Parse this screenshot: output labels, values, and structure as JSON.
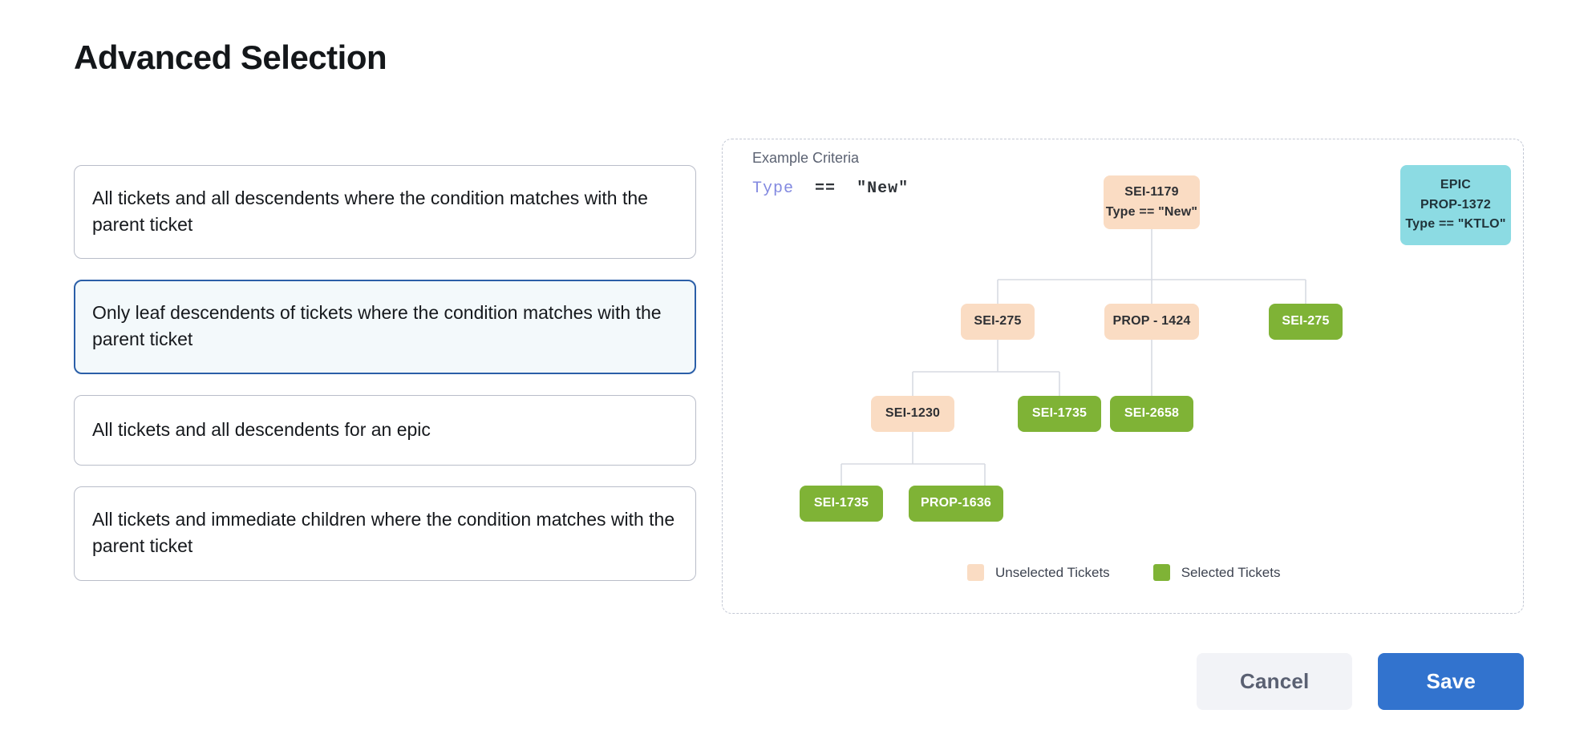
{
  "page": {
    "title": "Advanced Selection"
  },
  "options": [
    {
      "label": "All tickets and all descendents where the condition matches with the parent ticket",
      "selected": false
    },
    {
      "label": "Only leaf descendents of tickets where the condition matches with the parent ticket",
      "selected": true
    },
    {
      "label": "All tickets and all descendents for an epic",
      "selected": false
    },
    {
      "label": "All tickets and immediate children where the condition matches with the parent ticket",
      "selected": false
    }
  ],
  "diagram": {
    "criteria_label": "Example Criteria",
    "criteria_field": "Type",
    "criteria_operator": "==",
    "criteria_value": "\"New\"",
    "nodes": {
      "root": {
        "id": "SEI-1179",
        "condition": "Type == \"New\"",
        "state": "unselected"
      },
      "epic": {
        "kind": "EPIC",
        "id": "PROP-1372",
        "condition": "Type == \"KTLO\"",
        "state": "epic"
      },
      "child1": {
        "id": "SEI-275",
        "state": "unselected"
      },
      "child2": {
        "id": "PROP - 1424",
        "state": "unselected"
      },
      "child3": {
        "id": "SEI-275",
        "state": "selected"
      },
      "gchild1": {
        "id": "SEI-1230",
        "state": "unselected"
      },
      "gchild2": {
        "id": "SEI-1735",
        "state": "selected"
      },
      "gchild3": {
        "id": "SEI-2658",
        "state": "selected"
      },
      "ggchild1": {
        "id": "SEI-1735",
        "state": "selected"
      },
      "ggchild2": {
        "id": "PROP-1636",
        "state": "selected"
      }
    },
    "legend": [
      {
        "label": "Unselected Tickets",
        "color": "#fadcc3"
      },
      {
        "label": "Selected Tickets",
        "color": "#7fb336"
      }
    ]
  },
  "footer": {
    "cancel_label": "Cancel",
    "save_label": "Save"
  },
  "colors": {
    "accent": "#3273ce",
    "selected_card_border": "#2b5fa8",
    "selected_card_bg": "#f3f9fb",
    "unselected_ticket": "#fadcc3",
    "selected_ticket": "#7fb336",
    "epic_ticket": "#8cdbe3",
    "criteria_field": "#8289e0"
  }
}
